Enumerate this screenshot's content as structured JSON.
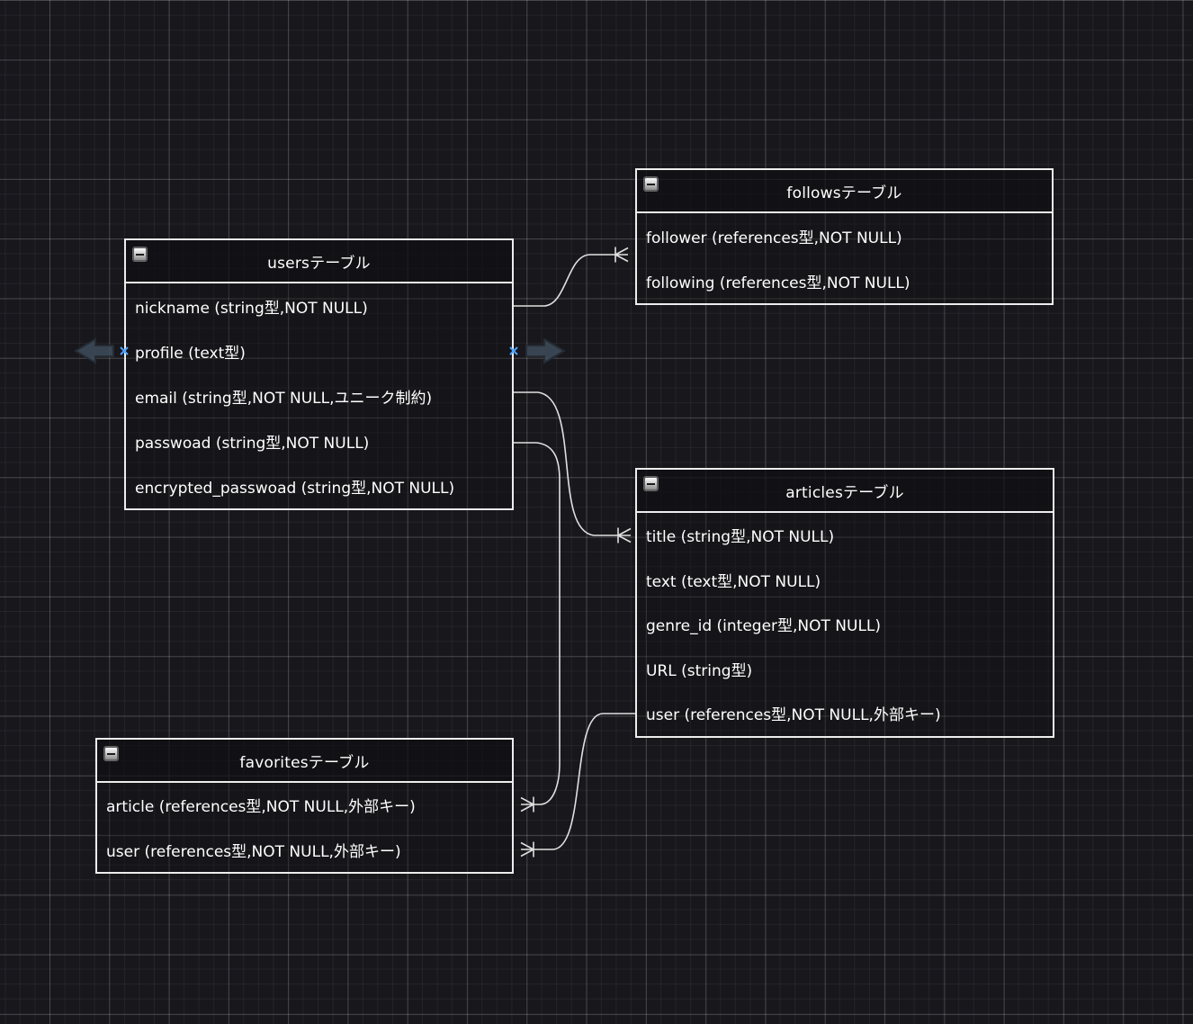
{
  "canvas": {
    "background_color": "#17171c",
    "grid_minor_color": "rgba(255,255,255,0.055)",
    "grid_major_color": "rgba(255,255,255,0.17)",
    "connector_color": "#e0e0e0",
    "connection_point_color": "#4da3ff",
    "table_border_color": "#ededed"
  },
  "tables": [
    {
      "id": "users",
      "title": "usersテーブル",
      "rows": [
        "nickname (string型,NOT NULL)",
        "profile (text型)",
        "email (string型,NOT NULL,ユニーク制約)",
        "passwoad (string型,NOT NULL)",
        "encrypted_passwoad (string型,NOT NULL)"
      ]
    },
    {
      "id": "follows",
      "title": "followsテーブル",
      "rows": [
        "follower (references型,NOT NULL)",
        "following (references型,NOT NULL)"
      ]
    },
    {
      "id": "articles",
      "title": "articlesテーブル",
      "rows": [
        "title (string型,NOT NULL)",
        "text (text型,NOT NULL)",
        "genre_id (integer型,NOT NULL)",
        "URL (string型)",
        "user (references型,NOT NULL,外部キー)"
      ]
    },
    {
      "id": "favorites",
      "title": "favoritesテーブル",
      "rows": [
        "article (references型,NOT NULL,外部キー)",
        "user (references型,NOT NULL,外部キー)"
      ]
    }
  ],
  "connectors": [
    {
      "from": "users",
      "to": "follows",
      "marker": "crows-foot",
      "marker_at": "follows"
    },
    {
      "from": "users",
      "to": "articles (title)",
      "marker": "crows-foot",
      "marker_at": "articles"
    },
    {
      "from": "users",
      "to": "favorites (article)",
      "marker": "crows-foot",
      "marker_at": "favorites"
    },
    {
      "from": "articles (user)",
      "to": "favorites (user)",
      "marker": "crows-foot",
      "marker_at": "favorites"
    }
  ]
}
